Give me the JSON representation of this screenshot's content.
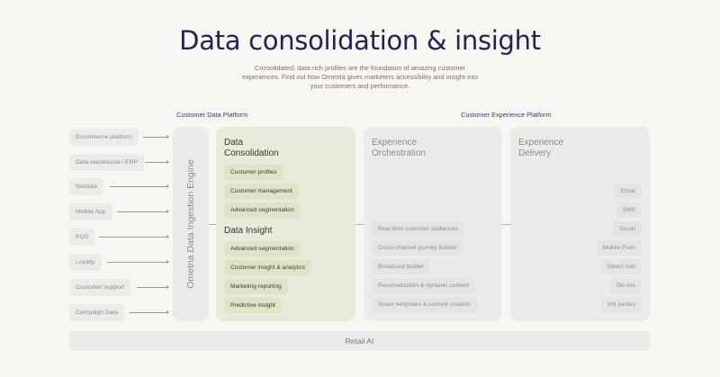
{
  "header": {
    "title": "Data consolidation & insight",
    "subtitle_lines": [
      "Consolidated, data-rich profiles are the foundation of amazing customer",
      "experiences. Find out how Ometria gives marketers accessibility and insight into",
      "your customers and performance."
    ]
  },
  "sections": {
    "cdp_label": "Customer Data Platform",
    "cxp_label": "Customer Experience Platform"
  },
  "sources": [
    "Ecommerce platform",
    "Data warehouse / ERP",
    "Website",
    "Mobile App",
    "POS",
    "Loyalty",
    "Customer support",
    "Campaign Data"
  ],
  "engine": {
    "label": "Ometria Data Ingestion Engine"
  },
  "consolidation": {
    "title_line1": "Data",
    "title_line2": "Consolidation",
    "items": [
      "Customer profiles",
      "Customer management",
      "Advanced segmentation"
    ],
    "insight_title": "Data Insight",
    "insight_items": [
      "Advanced segmentation",
      "Customer insight & analytics",
      "Marketing reporting",
      "Predictive insight"
    ]
  },
  "orchestration": {
    "title_line1": "Experience",
    "title_line2": "Orchestration",
    "items": [
      "Real-time customer audiences",
      "Cross-channel journey builder",
      "Broadcast builder",
      "Personalization & dynamic content",
      "Smart templates & content creation"
    ]
  },
  "delivery": {
    "title_line1": "Experience",
    "title_line2": "Delivery",
    "items": [
      "Email",
      "SMS",
      "Social",
      "Mobile Push",
      "Direct mail",
      "On-site",
      "3rd parties"
    ]
  },
  "footer_bar": {
    "label": "Retail AI"
  },
  "colors": {
    "background": "#f8f6f3",
    "title": "#23244f",
    "green_panel": "#e7ebdb",
    "green_chip": "#dde5c6",
    "grey_panel": "#ebebea"
  }
}
